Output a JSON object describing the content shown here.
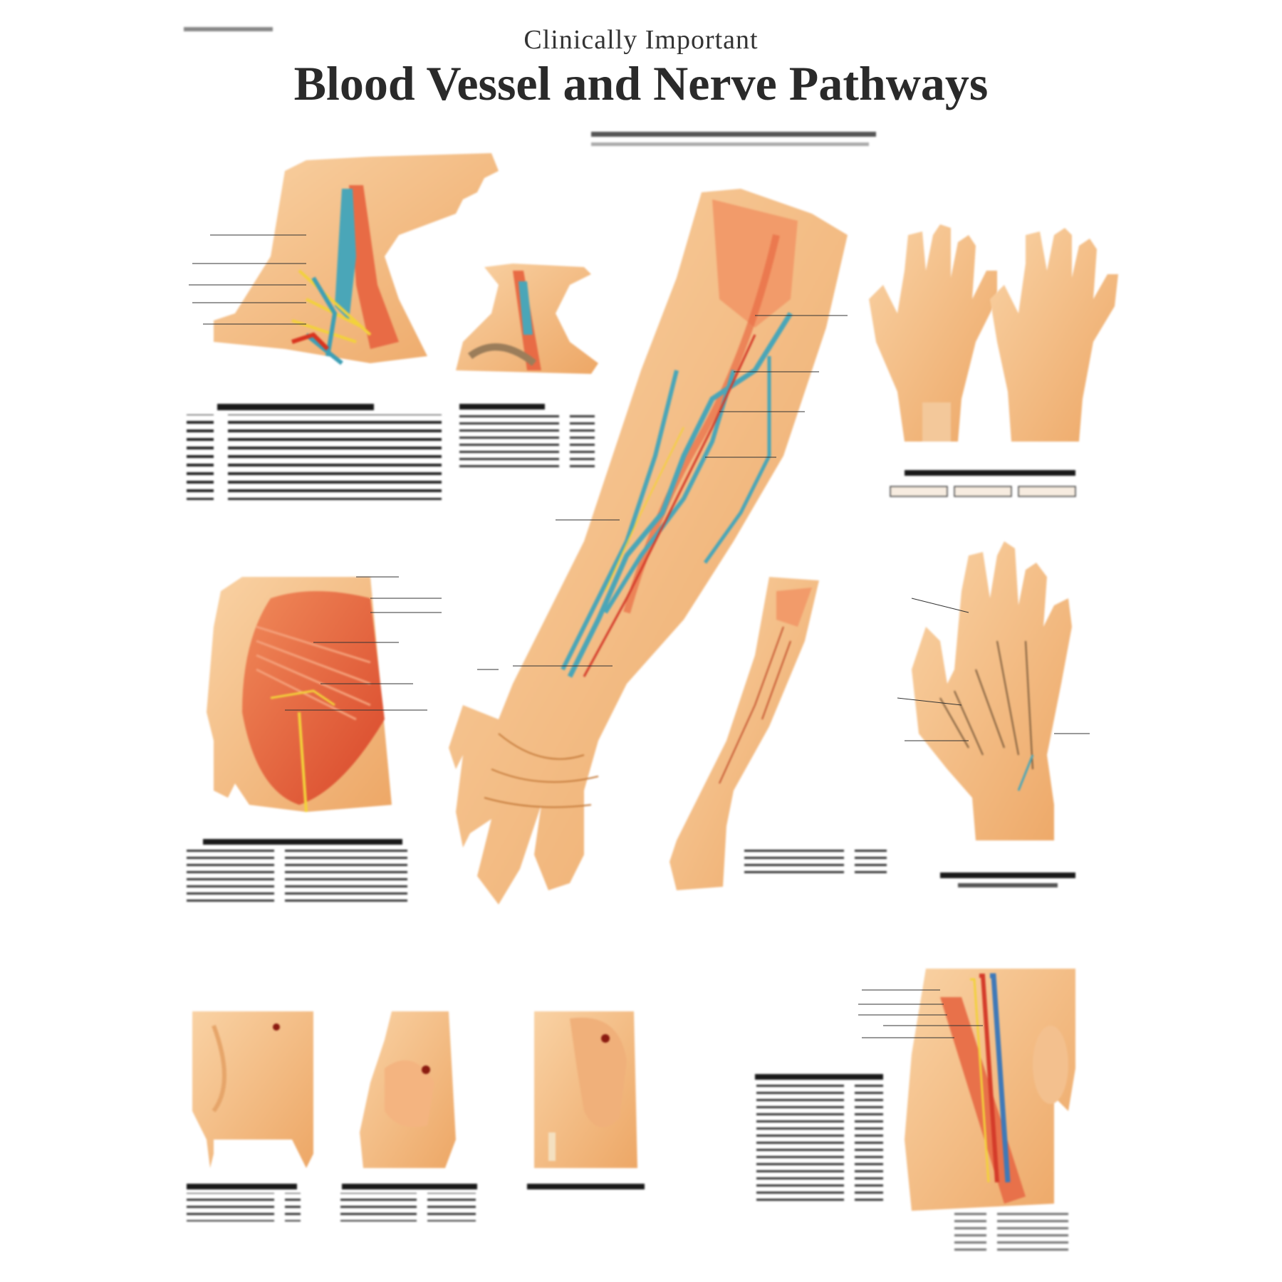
{
  "poster": {
    "subtitle": "Clinically Important",
    "title": "Blood Vessel and Nerve Pathways"
  },
  "colors": {
    "skin": "#f6c08a",
    "skin_dark": "#e59a58",
    "muscle": "#e8603a",
    "vein": "#4aa6b8",
    "artery": "#d43b2a",
    "nerve": "#f2d23a",
    "text_block": "#1a1a1a"
  },
  "icons": {
    "neck_figure": "neck-anatomy-illustration",
    "arm_figure": "arm-anatomy-illustration",
    "hand_figure": "hand-anatomy-illustration",
    "gluteal_figure": "gluteal-anatomy-illustration",
    "groin_figure": "groin-anatomy-illustration"
  }
}
